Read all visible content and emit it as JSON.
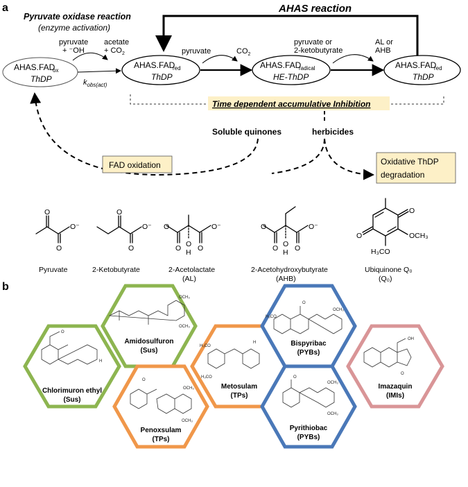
{
  "panels": {
    "a": "a",
    "b": "b"
  },
  "reactions": {
    "ahas_title": "AHAS reaction",
    "pyruvate_oxidase_title": "Pyruvate oxidase reaction",
    "enzyme_activation": "(enzyme activation)",
    "pyruvate_oh": "pyruvate",
    "plus_oh": "+ ⁻OH",
    "acetate": "acetate",
    "plus_co2": "+ CO",
    "co2_sub": "2",
    "kobs": "k",
    "kobs_sub": "obs(act)",
    "pyruvate2": "pyruvate",
    "co2_2": "CO",
    "pyr_or": "pyruvate or",
    "ketobut": "2-ketobutyrate",
    "al_or": "AL or",
    "ahb": "AHB"
  },
  "states": {
    "s1_top": "AHAS.FAD",
    "s1_sub": "ox",
    "s1_bot": "ThDP",
    "s2_top": "AHAS.FAD",
    "s2_sub": "red",
    "s2_bot": "ThDP",
    "s3_top": "AHAS.FAD",
    "s3_sub": "radical",
    "s3_bot": "HE-ThDP",
    "s4_top": "AHAS.FAD",
    "s4_sub": "red",
    "s4_bot": "ThDP"
  },
  "inhibition": {
    "time_dependent": "Time dependent accumulative Inhibition",
    "soluble_quinones": "Soluble quinones",
    "herbicides": "herbicides",
    "fad_oxidation": "FAD oxidation",
    "oxidative_1": "Oxidative ThDP",
    "oxidative_2": "degradation"
  },
  "molecules": [
    {
      "name": "Pyruvate",
      "abbr": ""
    },
    {
      "name": "2-Ketobutyrate",
      "abbr": ""
    },
    {
      "name": "2-Acetolactate",
      "abbr": "(AL)"
    },
    {
      "name": "2-Acetohydroxybutyrate",
      "abbr": "(AHB)"
    },
    {
      "name": "Ubiquinone Q₀",
      "abbr": "(Q₀)"
    }
  ],
  "atoms": {
    "o": "O",
    "ominus": "O⁻",
    "oh": "OH",
    "h": "H",
    "och3": "OCH₃",
    "h3co": "H₃CO"
  },
  "herbicides": [
    {
      "name": "Chlorimuron ethyl",
      "class": "(Sus)"
    },
    {
      "name": "Amidosulfuron",
      "class": "(Sus)"
    },
    {
      "name": "Penoxsulam",
      "class": "(TPs)"
    },
    {
      "name": "Metosulam",
      "class": "(TPs)"
    },
    {
      "name": "Bispyribac",
      "class": "(PYBs)"
    },
    {
      "name": "Pyrithiobac",
      "class": "(PYBs)"
    },
    {
      "name": "Imazaquin",
      "class": "(IMIs)"
    }
  ],
  "colors": {
    "green": "#8db550",
    "orange": "#f0974a",
    "blue": "#4a78b8",
    "pink": "#d99597",
    "label_box": "#fdf0c7"
  }
}
